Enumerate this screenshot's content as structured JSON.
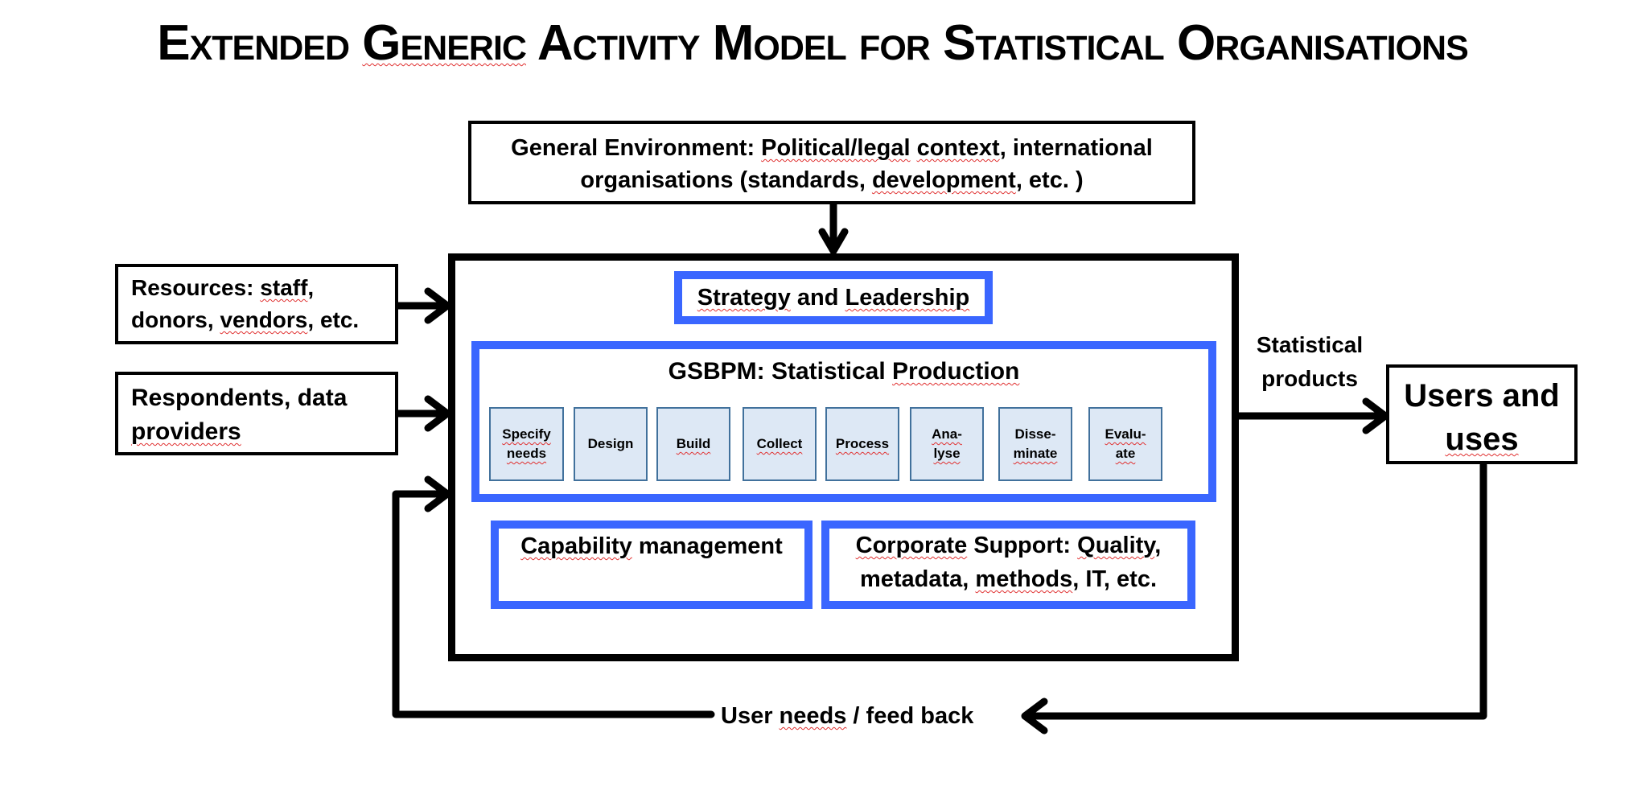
{
  "title": {
    "parts": [
      "Extended ",
      "Generic",
      " Activity Model for Statistical Organisations"
    ],
    "full": "Extended Generic Activity Model for Statistical Organisations"
  },
  "general_environment": {
    "line1_a": "General Environment: ",
    "line1_b": "Political/legal",
    "line1_c": " ",
    "line1_d": "context",
    "line1_e": ", international",
    "line2_a": "organisations (standards, ",
    "line2_b": "development",
    "line2_c": ", etc. )"
  },
  "inputs": {
    "resources": {
      "a": "Resources: ",
      "b": "staff",
      "c": ",",
      "d": "donors, ",
      "e": "vendors",
      "f": ", etc."
    },
    "respondents": {
      "a": "Respondents, data",
      "b": "providers"
    }
  },
  "main_model": {
    "strategy": {
      "a": "Strategy",
      "b": " and ",
      "c": "Leadership"
    },
    "gsbpm": {
      "title_a": "GSBPM: Statistical ",
      "title_b": "Production",
      "steps": [
        {
          "line1": "Specify",
          "line2": "needs"
        },
        {
          "line1": "Design",
          "line2": ""
        },
        {
          "line1": "Build",
          "line2": ""
        },
        {
          "line1": "Collect",
          "line2": ""
        },
        {
          "line1": "Process",
          "line2": ""
        },
        {
          "line1": "Ana-",
          "line2": "lyse"
        },
        {
          "line1": "Disse-",
          "line2": "minate"
        },
        {
          "line1": "Evalu-",
          "line2": "ate"
        }
      ]
    },
    "capability": {
      "a": "Capability",
      "b": " management"
    },
    "corporate": {
      "line1_a": "Corporate",
      "line1_b": " Support: ",
      "line1_c": "Quality",
      "line1_d": ",",
      "line2_a": "metadata, ",
      "line2_b": "methods",
      "line2_c": ", IT, etc."
    }
  },
  "outputs": {
    "label_line1": "Statistical",
    "label_line2": "products",
    "users": {
      "line1": "Users and",
      "line2": "uses"
    }
  },
  "feedback": {
    "a": "User ",
    "b": "needs",
    "c": " / feed back"
  },
  "colors": {
    "outline": "#000000",
    "blue_border": "#3a66ff",
    "step_fill": "#dde8f5",
    "step_border": "#41719c",
    "spellcheck": "#e03030"
  }
}
